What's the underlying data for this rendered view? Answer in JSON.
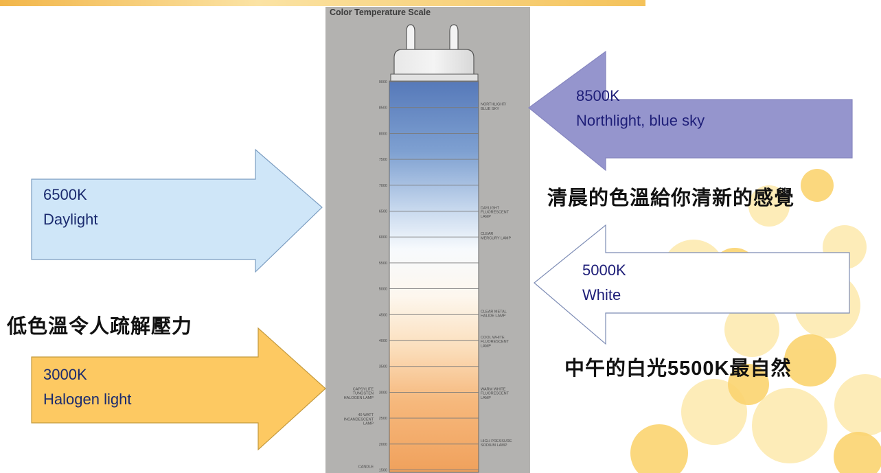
{
  "scale": {
    "title": "Color Temperature Scale",
    "ticks": [
      "9000",
      "8500",
      "8000",
      "7500",
      "7000",
      "6500",
      "6000",
      "5500",
      "5000",
      "4500",
      "4000",
      "3500",
      "3000",
      "2500",
      "2000",
      "1500"
    ],
    "left_labels": [
      {
        "text": "CAPSYLITE\nTUNGSTEN\nHALOGEN LAMP",
        "tick": "3000"
      },
      {
        "text": "40 WATT\nINCANDESCENT\nLAMP",
        "tick": "2500"
      },
      {
        "text": "CANDLE",
        "tick": "1500"
      }
    ],
    "right_labels": [
      {
        "text": "NORTHLIGHT/\nBLUE SKY",
        "tick": "8500"
      },
      {
        "text": "DAYLIGHT\nFLUORESCENT\nLAMP",
        "tick": "6500"
      },
      {
        "text": "CLEAR\nMERCURY LAMP",
        "tick": "6000"
      },
      {
        "text": "CLEAR METAL\nHALIDE LAMP",
        "tick": "4500"
      },
      {
        "text": "COOL WHITE\nFLUORESCENT\nLAMP",
        "tick": "4000"
      },
      {
        "text": "WARM WHITE\nFLUORESCENT\nLAMP",
        "tick": "3000"
      },
      {
        "text": "HIGH PRESSURE\nSODIUM LAMP",
        "tick": "2000"
      }
    ]
  },
  "arrows": {
    "northlight": {
      "kelvin": "8500K",
      "label": "Northlight, blue sky",
      "fill": "#9595cd",
      "text_color": "#1e1e78"
    },
    "daylight": {
      "kelvin": "6500K",
      "label": "Daylight",
      "fill": "#cfe6f8",
      "text_color": "#1a2a6e"
    },
    "white": {
      "kelvin": "5000K",
      "label": "White",
      "fill": "#ffffff",
      "text_color": "#1e1e78"
    },
    "halogen": {
      "kelvin": "3000K",
      "label": "Halogen light",
      "fill": "#fdc962",
      "text_color": "#1a2a6e"
    }
  },
  "captions": {
    "morning": "清晨的色溫給你清新的感覺",
    "noon": "中午的白光5500K最自然",
    "low": "低色溫令人疏解壓力"
  }
}
